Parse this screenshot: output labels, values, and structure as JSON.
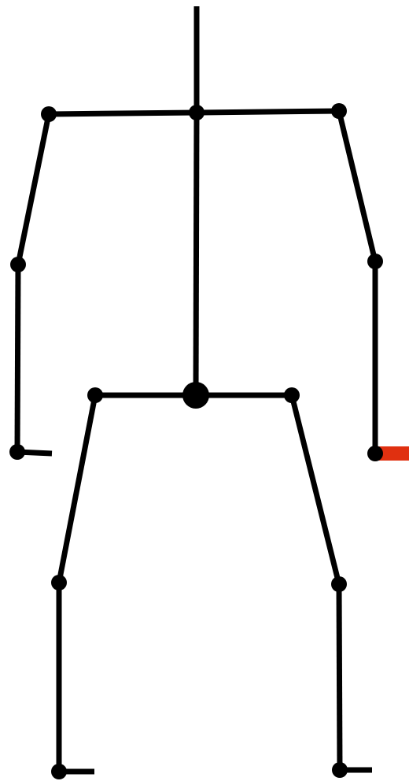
{
  "diagram": {
    "type": "stick-figure-skeleton",
    "colors": {
      "background": "#ffffff",
      "bone": "#000000",
      "joint": "#000000",
      "highlight": "#e03010"
    },
    "joints": [
      "head",
      "neck",
      "left-shoulder",
      "right-shoulder",
      "left-elbow",
      "right-elbow",
      "left-wrist",
      "right-wrist",
      "pelvis",
      "left-hip",
      "right-hip",
      "left-knee",
      "right-knee",
      "left-ankle",
      "right-ankle"
    ],
    "bones": [
      {
        "name": "spine-upper",
        "from": "head",
        "to": "neck"
      },
      {
        "name": "spine-lower",
        "from": "neck",
        "to": "pelvis"
      },
      {
        "name": "left-clavicle",
        "from": "neck",
        "to": "left-shoulder"
      },
      {
        "name": "right-clavicle",
        "from": "neck",
        "to": "right-shoulder"
      },
      {
        "name": "left-upper-arm",
        "from": "left-shoulder",
        "to": "left-elbow"
      },
      {
        "name": "right-upper-arm",
        "from": "right-shoulder",
        "to": "right-elbow"
      },
      {
        "name": "left-forearm",
        "from": "left-elbow",
        "to": "left-wrist"
      },
      {
        "name": "right-forearm",
        "from": "right-elbow",
        "to": "right-wrist"
      },
      {
        "name": "left-hip-bone",
        "from": "pelvis",
        "to": "left-hip"
      },
      {
        "name": "right-hip-bone",
        "from": "pelvis",
        "to": "right-hip"
      },
      {
        "name": "left-thigh",
        "from": "left-hip",
        "to": "left-knee"
      },
      {
        "name": "right-thigh",
        "from": "right-hip",
        "to": "right-knee"
      },
      {
        "name": "left-shin",
        "from": "left-knee",
        "to": "left-ankle"
      },
      {
        "name": "right-shin",
        "from": "right-knee",
        "to": "right-ankle"
      },
      {
        "name": "left-hand",
        "from": "left-wrist",
        "to": "left-hand-tip"
      },
      {
        "name": "right-hand",
        "from": "right-wrist",
        "to": "right-hand-tip",
        "highlighted": true
      },
      {
        "name": "left-foot",
        "from": "left-ankle",
        "to": "left-foot-tip"
      },
      {
        "name": "right-foot",
        "from": "right-ankle",
        "to": "right-foot-tip"
      }
    ]
  }
}
